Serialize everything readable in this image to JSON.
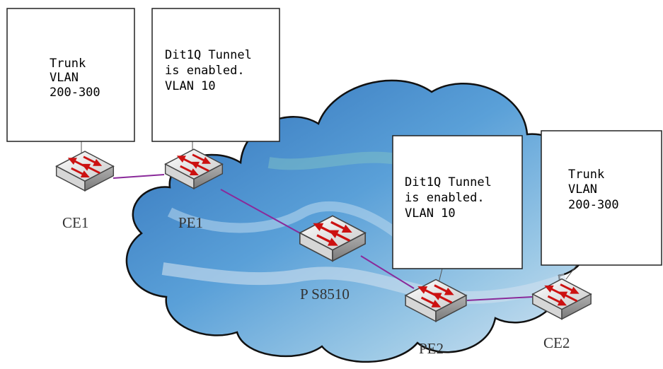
{
  "nodes": {
    "ce1": {
      "label": "CE1"
    },
    "pe1": {
      "label": "PE1"
    },
    "p": {
      "label": "P S8510"
    },
    "pe2": {
      "label": "PE2"
    },
    "ce2": {
      "label": "CE2"
    }
  },
  "callouts": {
    "ce1": {
      "lines": [
        "Trunk",
        "VLAN",
        "200-300"
      ]
    },
    "pe1": {
      "lines": [
        "Dit1Q Tunnel",
        "is enabled.",
        "VLAN 10"
      ]
    },
    "pe2": {
      "lines": [
        "Dit1Q Tunnel",
        "is enabled.",
        "VLAN 10"
      ]
    },
    "ce2": {
      "lines": [
        "Trunk",
        "VLAN",
        "200-300"
      ]
    }
  },
  "colors": {
    "link": "#8a2a9a",
    "switch_arrow": "#cc1111",
    "cloud_outline": "#111111",
    "cloud_blue": "#4a86c8"
  },
  "icons": {
    "switch": "network-switch-icon",
    "cloud": "provider-network-cloud"
  }
}
